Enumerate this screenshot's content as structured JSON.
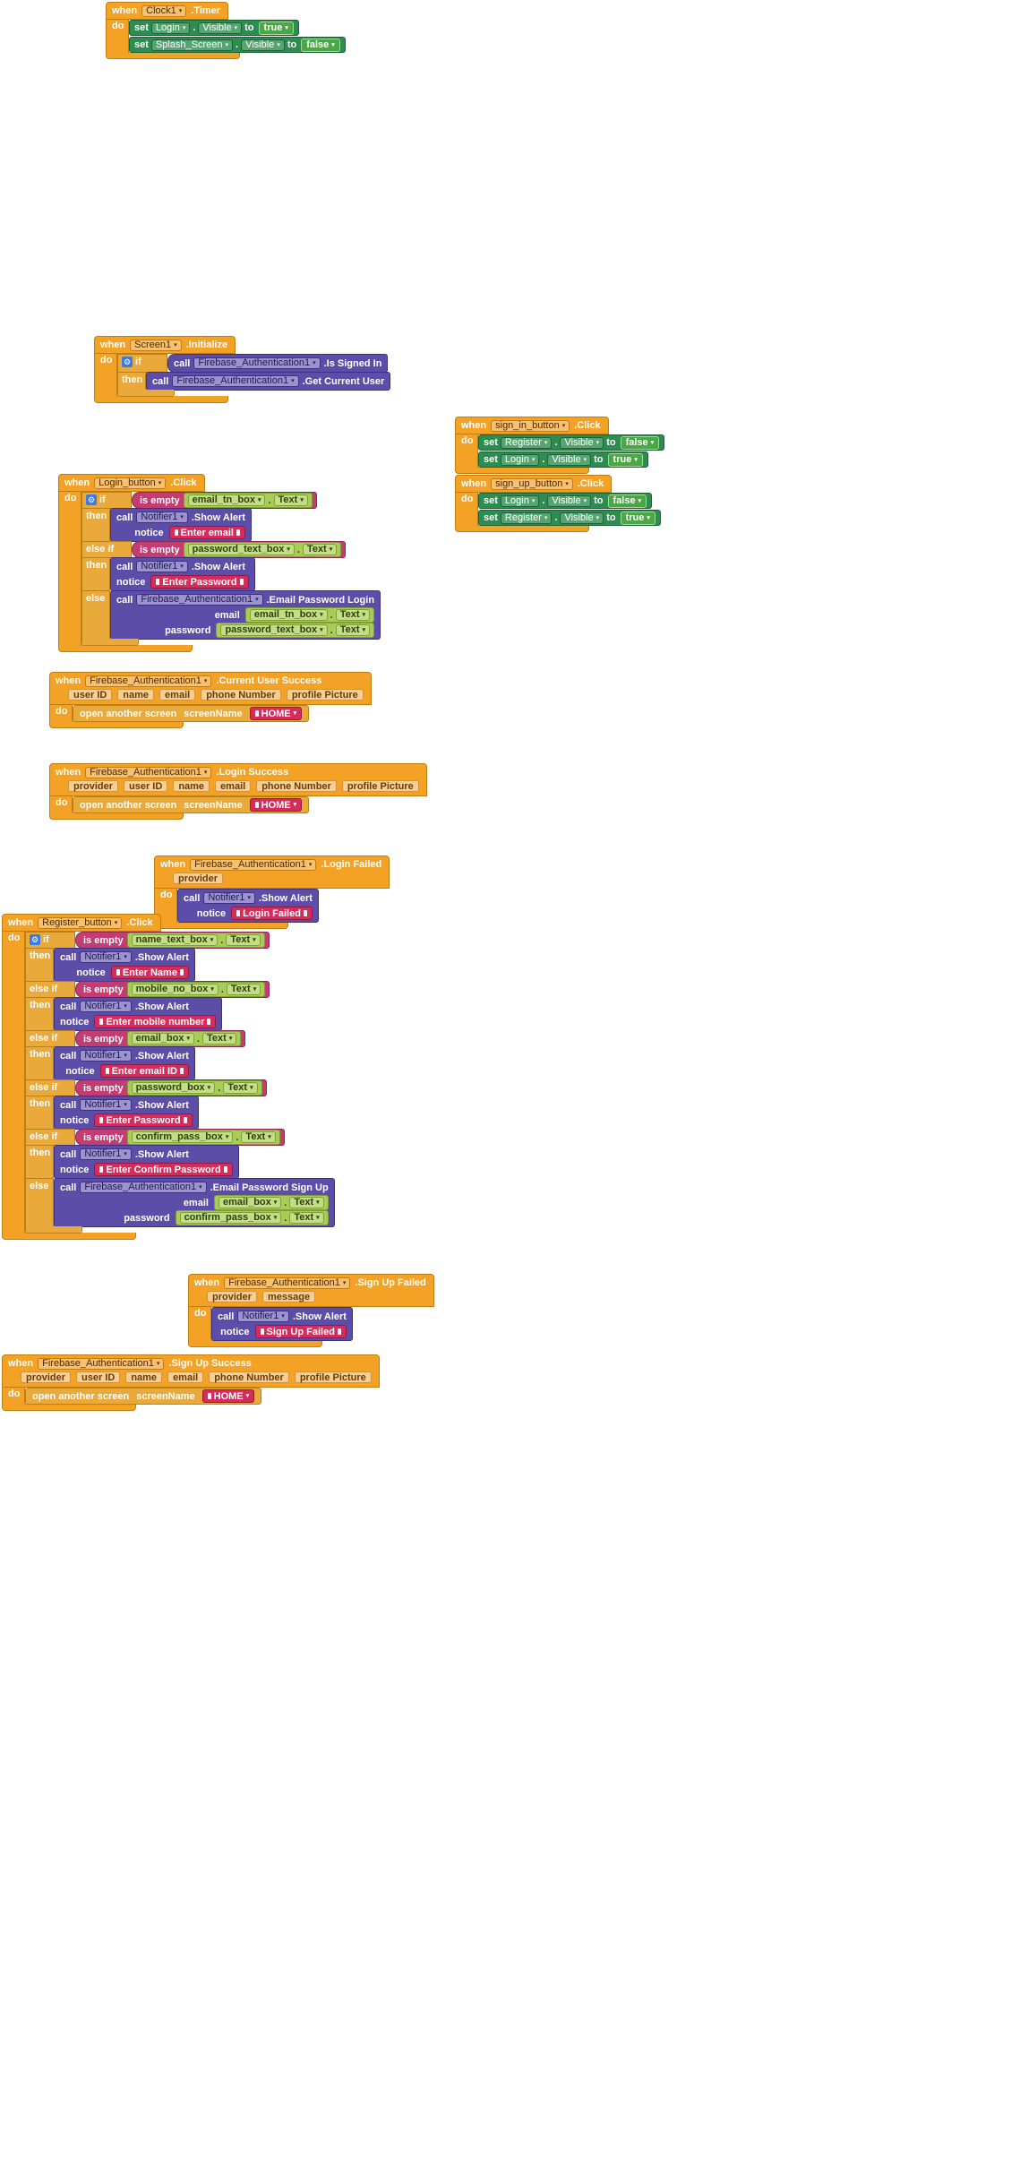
{
  "canvas": {
    "background": "#FFFFFF"
  },
  "colors": {
    "event_block": "#F3A226",
    "control_block": "#E9A93B",
    "setter_block": "#2F8C50",
    "logic_block": "#4BA646",
    "method_call_block": "#5C4EA8",
    "text_operator_block": "#C33C72",
    "text_string_block": "#D52C5C",
    "getter_block": "#A8CC57",
    "mutator_gear": "#3D7BE0"
  },
  "labels": {
    "when": "when",
    "do": "do",
    "set": "set",
    "to": "to",
    "call": "call",
    "if": "if",
    "then": "then",
    "else_if": "else if",
    "else": "else",
    "is_empty": "is empty",
    "notice": "notice",
    "email": "email",
    "password": "password",
    "dot": ".",
    "open_screen": "open another screen",
    "screen_name": "screenName"
  },
  "blocks": {
    "clock_timer": {
      "component": "Clock1",
      "event": ".Timer",
      "sets": [
        {
          "comp": "Login",
          "prop": "Visible",
          "value": "true"
        },
        {
          "comp": "Splash_Screen",
          "prop": "Visible",
          "value": "false"
        }
      ]
    },
    "screen_init": {
      "component": "Screen1",
      "event": ".Initialize",
      "cond_call": {
        "component": "Firebase_Authentication1",
        "method": ".Is Signed In"
      },
      "then_call": {
        "component": "Firebase_Authentication1",
        "method": ".Get Current User"
      }
    },
    "sign_in_click": {
      "component": "sign_in_button",
      "event": ".Click",
      "sets": [
        {
          "comp": "Register",
          "prop": "Visible",
          "value": "false"
        },
        {
          "comp": "Login",
          "prop": "Visible",
          "value": "true"
        }
      ]
    },
    "sign_up_click": {
      "component": "sign_up_button",
      "event": ".Click",
      "sets": [
        {
          "comp": "Login",
          "prop": "Visible",
          "value": "false"
        },
        {
          "comp": "Register",
          "prop": "Visible",
          "value": "true"
        }
      ]
    },
    "login_click": {
      "component": "Login_button",
      "event": ".Click",
      "branches": [
        {
          "box": "email_tn_box",
          "prop": "Text",
          "notifier": "Notifier1",
          "method": ".Show Alert",
          "notice": "Enter email"
        },
        {
          "box": "password_text_box",
          "prop": "Text",
          "notifier": "Notifier1",
          "method": ".Show Alert",
          "notice": "Enter Password"
        }
      ],
      "else_call": {
        "component": "Firebase_Authentication1",
        "method": ".Email Password Login",
        "email_arg": {
          "box": "email_tn_box",
          "prop": "Text"
        },
        "password_arg": {
          "box": "password_text_box",
          "prop": "Text"
        }
      }
    },
    "current_user_success": {
      "component": "Firebase_Authentication1",
      "event": ".Current User Success",
      "params": [
        "user ID",
        "name",
        "email",
        "phone Number",
        "profile Picture"
      ],
      "screen": "HOME"
    },
    "login_success": {
      "component": "Firebase_Authentication1",
      "event": ".Login Success",
      "params": [
        "provider",
        "user ID",
        "name",
        "email",
        "phone Number",
        "profile Picture"
      ],
      "screen": "HOME"
    },
    "login_failed": {
      "component": "Firebase_Authentication1",
      "event": ".Login Failed",
      "params": [
        "provider"
      ],
      "alert": {
        "notifier": "Notifier1",
        "method": ".Show Alert",
        "notice": "Login Failed"
      }
    },
    "register_click": {
      "component": "Register_button",
      "event": ".Click",
      "branches": [
        {
          "box": "name_text_box",
          "prop": "Text",
          "notifier": "Notifier1",
          "method": ".Show Alert",
          "notice": "Enter Name"
        },
        {
          "box": "mobile_no_box",
          "prop": "Text",
          "notifier": "Notifier1",
          "method": ".Show Alert",
          "notice": "Enter mobile number"
        },
        {
          "box": "email_box",
          "prop": "Text",
          "notifier": "Notifier1",
          "method": ".Show Alert",
          "notice": "Enter email ID"
        },
        {
          "box": "password_box",
          "prop": "Text",
          "notifier": "Notifier1",
          "method": ".Show Alert",
          "notice": "Enter Password"
        },
        {
          "box": "confirm_pass_box",
          "prop": "Text",
          "notifier": "Notifier1",
          "method": ".Show Alert",
          "notice": "Enter Confirm Password"
        }
      ],
      "else_call": {
        "component": "Firebase_Authentication1",
        "method": ".Email Password Sign Up",
        "email_arg": {
          "box": "email_box",
          "prop": "Text"
        },
        "password_arg": {
          "box": "confirm_pass_box",
          "prop": "Text"
        }
      }
    },
    "sign_up_failed": {
      "component": "Firebase_Authentication1",
      "event": ".Sign Up Failed",
      "params": [
        "provider",
        "message"
      ],
      "alert": {
        "notifier": "Notifier1",
        "method": ".Show Alert",
        "notice": "Sign Up Failed"
      }
    },
    "sign_up_success": {
      "component": "Firebase_Authentication1",
      "event": ".Sign Up Success",
      "params": [
        "provider",
        "user ID",
        "name",
        "email",
        "phone Number",
        "profile Picture"
      ],
      "screen": "HOME"
    }
  }
}
